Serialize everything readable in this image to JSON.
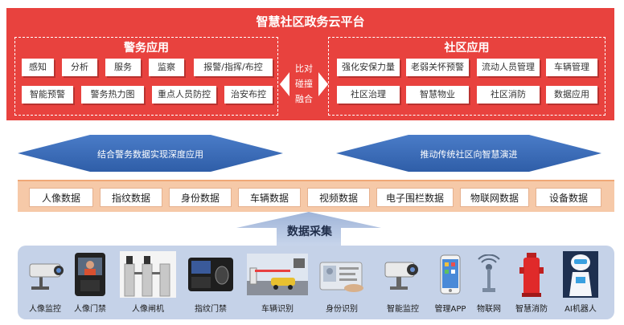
{
  "platform": {
    "title": "智慧社区政务云平台",
    "police": {
      "title": "警务应用",
      "row1": [
        "感知",
        "分析",
        "服务",
        "监察",
        "报警/指挥/布控"
      ],
      "row2": [
        "智能预警",
        "警务热力图",
        "重点人员防控",
        "治安布控"
      ]
    },
    "middle": [
      "比对",
      "碰撞",
      "融合"
    ],
    "community": {
      "title": "社区应用",
      "row1": [
        "强化安保力量",
        "老弱关怀预警",
        "流动人员管理",
        "车辆管理"
      ],
      "row2": [
        "社区治理",
        "智慧物业",
        "社区消防",
        "数据应用"
      ]
    }
  },
  "banners": {
    "left": "结合警务数据实现深度应用",
    "right": "推动传统社区向智慧演进"
  },
  "data_types": [
    "人像数据",
    "指纹数据",
    "身份数据",
    "车辆数据",
    "视频数据",
    "电子围栏数据",
    "物联网数据",
    "设备数据"
  ],
  "collect": {
    "label": "数据采集"
  },
  "devices": [
    {
      "label": "人像监控",
      "icon": "camera-icon"
    },
    {
      "label": "人像门禁",
      "icon": "face-access-terminal-icon"
    },
    {
      "label": "人像闸机",
      "icon": "turnstile-gate-icon"
    },
    {
      "label": "指纹门禁",
      "icon": "fingerprint-terminal-icon"
    },
    {
      "label": "车辆识别",
      "icon": "vehicle-barrier-icon"
    },
    {
      "label": "身份识别",
      "icon": "id-card-reader-icon"
    },
    {
      "label": "智能监控",
      "icon": "smart-camera-icon"
    },
    {
      "label": "管理APP",
      "icon": "smartphone-icon"
    },
    {
      "label": "物联网",
      "icon": "iot-antenna-icon"
    },
    {
      "label": "智慧消防",
      "icon": "fire-hydrant-icon"
    },
    {
      "label": "AI机器人",
      "icon": "robot-icon"
    }
  ],
  "colors": {
    "platform_red": "#e8423e",
    "banner_blue": "#3566b4",
    "data_row_orange": "#f6c9a8",
    "device_panel_blue": "#c5d2e8"
  }
}
